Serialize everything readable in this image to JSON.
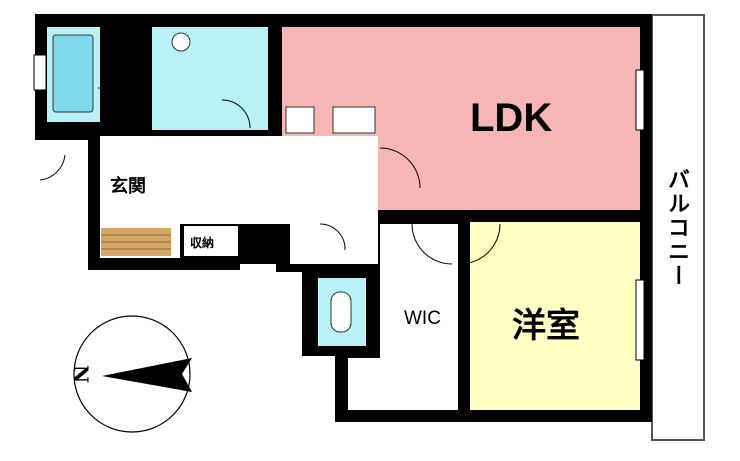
{
  "rooms": {
    "ldk": "LDK",
    "bedroom": "洋室",
    "wic": "WIC",
    "entrance": "玄関",
    "storage": "収納",
    "balcony": "バルコニー"
  },
  "compass": {
    "north_label": "N"
  },
  "colors": {
    "ldk": "#f7b6b6",
    "wet_area": "#b8f1f6",
    "bedroom": "#ffffc4",
    "steps": "#d7a765",
    "wall": "#000000"
  }
}
